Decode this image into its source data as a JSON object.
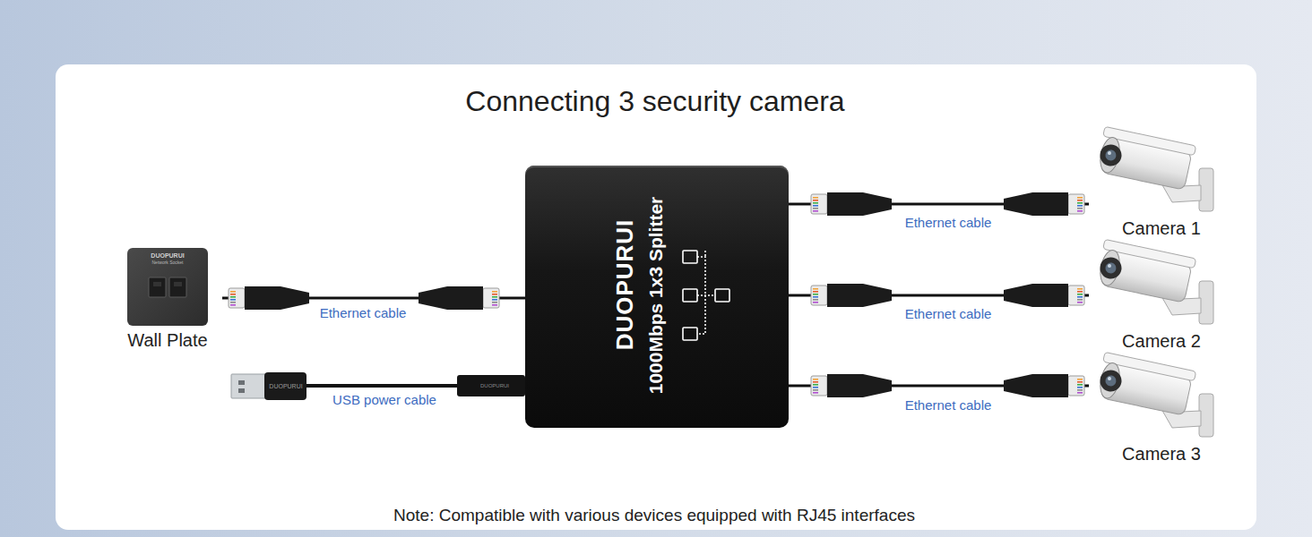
{
  "diagram": {
    "title": "Connecting 3 security camera",
    "caption": "Note: Compatible with various devices equipped with RJ45 interfaces",
    "nodes": [
      {
        "text": [
          "DUOPURUI",
          "Network Socket",
          "Wall Plate"
        ]
      },
      {
        "text": [
          "DUOPURUI",
          "1000Mbps 1x3 Splitter"
        ]
      },
      {
        "text": [
          "Camera 1"
        ]
      },
      {
        "text": [
          "Camera 2"
        ]
      },
      {
        "text": [
          "Camera 3"
        ]
      }
    ],
    "edges": [
      {
        "from": 0,
        "to": 1,
        "arrow": "none",
        "label": "Ethernet cable"
      },
      {
        "from": 1,
        "to": 2,
        "arrow": "none",
        "label": "Ethernet cable"
      },
      {
        "from": 1,
        "to": 3,
        "arrow": "none",
        "label": "Ethernet cable"
      },
      {
        "from": 1,
        "to": 4,
        "arrow": "none",
        "label": "Ethernet cable"
      }
    ],
    "labels": [
      "USB power cable",
      "DUOPURUI",
      "DUOPURUI"
    ]
  }
}
